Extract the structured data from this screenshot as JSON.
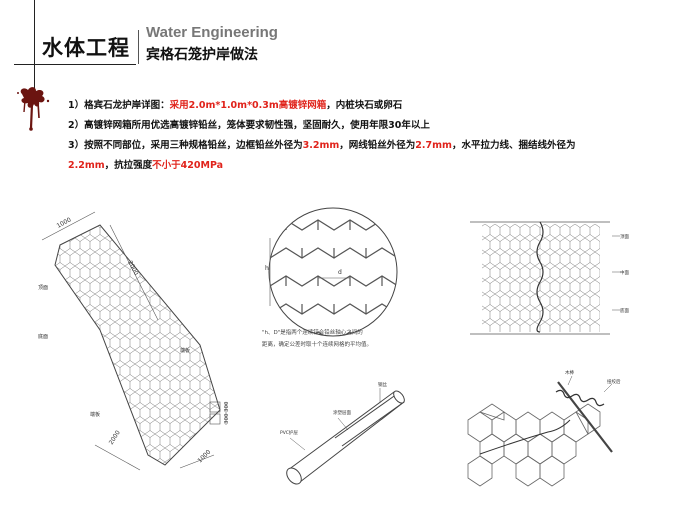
{
  "header": {
    "title_cn": "水体工程",
    "title_en": "Water Engineering",
    "subtitle": "宾格石笼护岸做法"
  },
  "notes": [
    {
      "num": "1）",
      "text": "格宾石龙护岸详图：",
      "red": "采用2.0m*1.0m*0.3m高镀锌网箱",
      "rest": "，内桩块石或卵石"
    },
    {
      "num": "2）",
      "text": "高镀锌网箱所用优选高镀锌铅丝，笼体要求韧性强，坚固耐久，使用年限30年以上"
    },
    {
      "num": "3）",
      "p1": "按照不同部位，采用三种规格铅丝，边框铅丝外径为",
      "v1": "3.2mm",
      "p2": "，网线铅丝外径为",
      "v2": "2.7mm",
      "p3": "，水平拉力线、捆结线外径为",
      "v3": "2.2mm",
      "p4": "，抗拉强度",
      "v4": "不小于420MPa"
    }
  ],
  "drawings": {
    "d1": {
      "dims": [
        "1000",
        "2000",
        "2000",
        "1000",
        "300",
        "300"
      ],
      "labels": [
        "顶面",
        "底面",
        "端板",
        "端板"
      ]
    },
    "d2": {
      "h": "h",
      "d": "d",
      "caption_line1": "\"h、D\"是指两个连续铰合铅丝轴心之间的",
      "caption_line2": "距离，确定公差时取十个连续网格的平均值。"
    },
    "d3": {
      "labels": [
        "顶面",
        "中面",
        "底面"
      ]
    },
    "d4": {
      "labels": [
        "钢丝",
        "涂塑层面",
        "PVC护层"
      ]
    },
    "d5": {
      "labels": [
        "木棒",
        "扭绞后"
      ]
    }
  },
  "colors": {
    "accent_red": "#e0231b",
    "splat": "#6b1410"
  }
}
